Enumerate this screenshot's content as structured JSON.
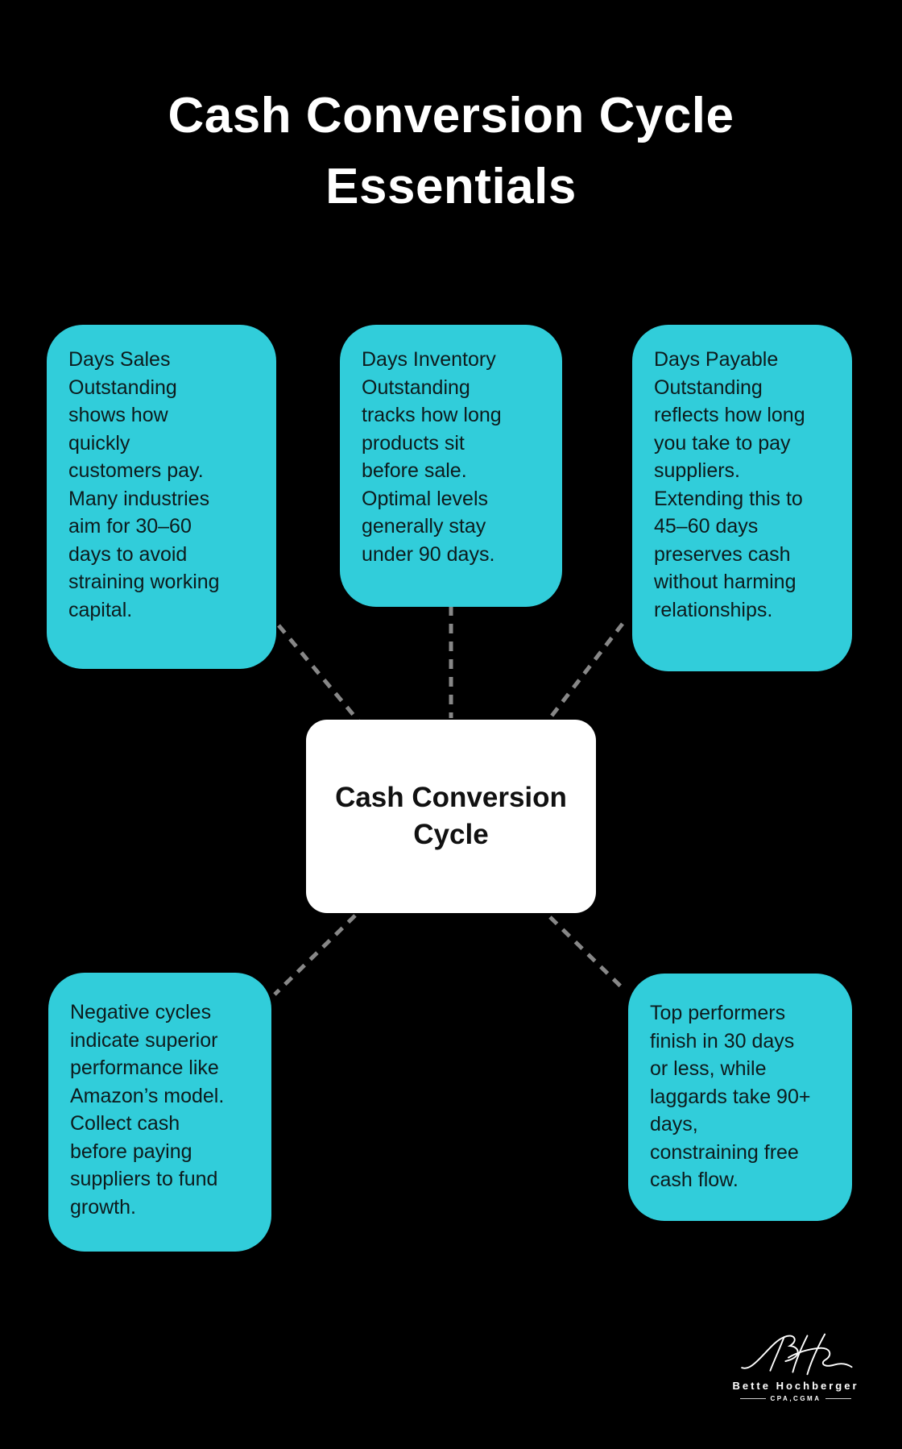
{
  "title": {
    "line1": "Cash Conversion Cycle",
    "line2": "Essentials"
  },
  "center_node": {
    "label": "Cash Conversion\nCycle"
  },
  "cards": [
    {
      "id": "days-sales-outstanding",
      "text": "Days Sales\nOutstanding\nshows how\nquickly\ncustomers pay.\nMany industries\naim for 30–60\ndays to avoid\nstraining working\ncapital."
    },
    {
      "id": "days-inventory-outstanding",
      "text": "Days Inventory\nOutstanding\ntracks how long\nproducts sit\nbefore sale.\nOptimal levels\ngenerally stay\nunder 90 days."
    },
    {
      "id": "days-payable-outstanding",
      "text": "Days Payable\nOutstanding\nreflects how long\nyou take to pay\nsuppliers.\nExtending this to\n45–60 days\npreserves cash\nwithout harming\nrelationships."
    },
    {
      "id": "negative-cycles",
      "text": "Negative cycles\nindicate superior\nperformance like\nAmazon’s model.\nCollect cash\nbefore paying\nsuppliers to fund\ngrowth."
    },
    {
      "id": "benchmarks",
      "text": "Top performers\nfinish in 30 days\nor less, while\nlaggards take 90+\ndays,\nconstraining free\ncash flow."
    }
  ],
  "logo": {
    "monogram": "BH",
    "name": "Bette Hochberger",
    "credentials": "CPA,CGMA"
  },
  "colors": {
    "background": "#000000",
    "accent": "#31CDDA",
    "card_text": "#0D1B1D",
    "center_bg": "#FFFFFF",
    "center_text": "#111111",
    "connector": "#878787",
    "title_text": "#FFFFFF"
  }
}
